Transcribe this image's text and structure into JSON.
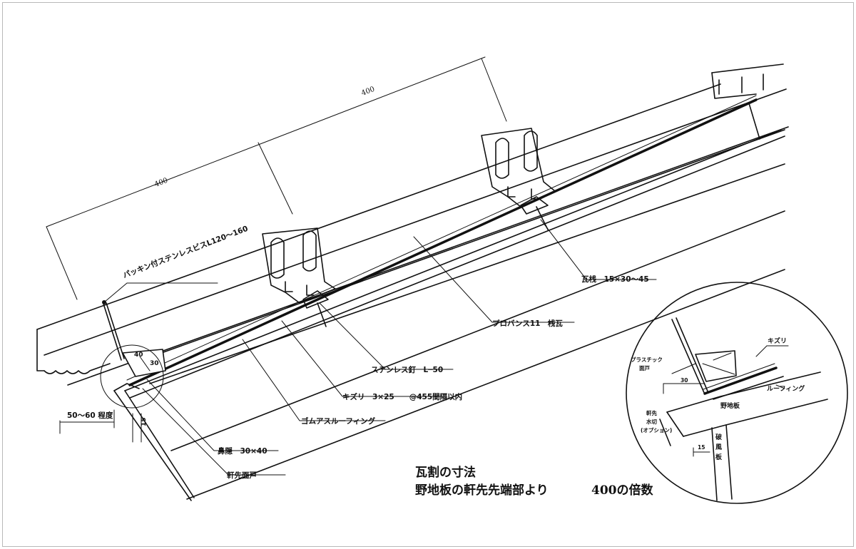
{
  "dimensions": {
    "span_1": "400",
    "span_2": "400",
    "overhang": "50～60 程度",
    "d_40": "40",
    "d_30": "30",
    "d_15": "15",
    "inset_30": "30",
    "inset_15": "15"
  },
  "labels": {
    "screw": "パッキン付ステンレスビスL120～160",
    "batten": "瓦桟　15×30～45",
    "tile": "プロバンス11　桟瓦",
    "nail": "ステンレス釘　L─50",
    "kizuri": "キズリ　3×25　　@455間隔以内",
    "roofing": "ゴムアスルーフィング",
    "hanakaku": "鼻隠　30×40",
    "menado": "軒先面戸"
  },
  "inset": {
    "kizuri": "キズリ",
    "plastic_1": "プラスチック",
    "plastic_2": "面戸",
    "roofing": "ルーフィング",
    "nojiita": "野地板",
    "mizukiri_1": "軒先",
    "mizukiri_2": "水切",
    "mizukiri_3": "(オプション)",
    "hafuita_1": "破",
    "hafuita_2": "風",
    "hafuita_3": "板"
  },
  "notes": {
    "line_1": "瓦割の寸法",
    "line_2": "野地板の軒先先端部より",
    "multiple": "400の倍数"
  }
}
